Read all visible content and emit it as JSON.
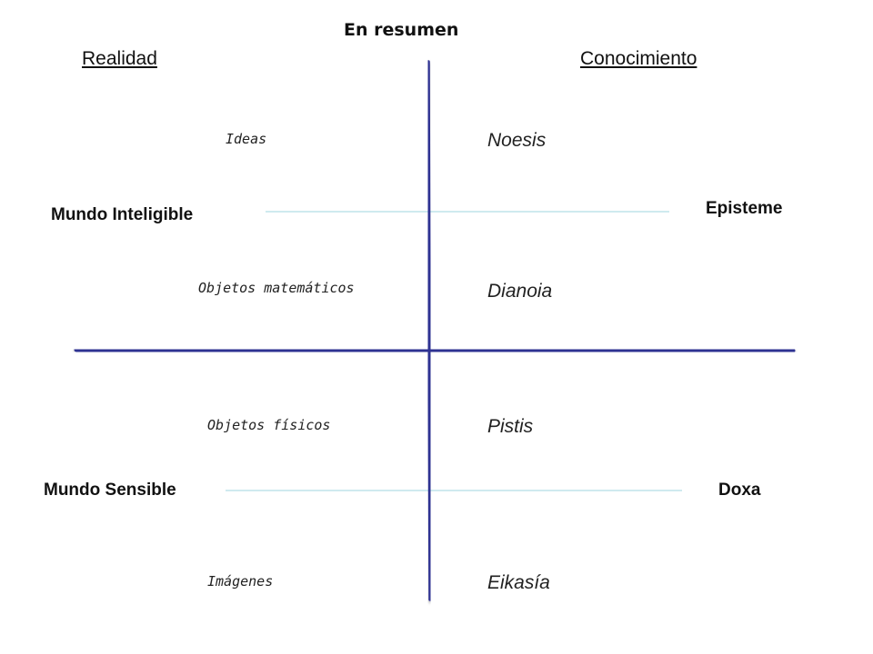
{
  "title": "En resumen",
  "headers": {
    "left": "Realidad",
    "right": "Conocimiento"
  },
  "upper": {
    "world": "Mundo Inteligible",
    "knowledge_type": "Episteme",
    "reality": [
      "Ideas",
      "Objetos matemáticos"
    ],
    "knowledge": [
      "Noesis",
      "Dianoia"
    ]
  },
  "lower": {
    "world": "Mundo Sensible",
    "knowledge_type": "Doxa",
    "reality": [
      "Objetos físicos",
      "Imágenes"
    ],
    "knowledge": [
      "Pistis",
      "Eikasía"
    ]
  },
  "colors": {
    "axis": "#2f3192",
    "divider": "#bfe3ea"
  }
}
